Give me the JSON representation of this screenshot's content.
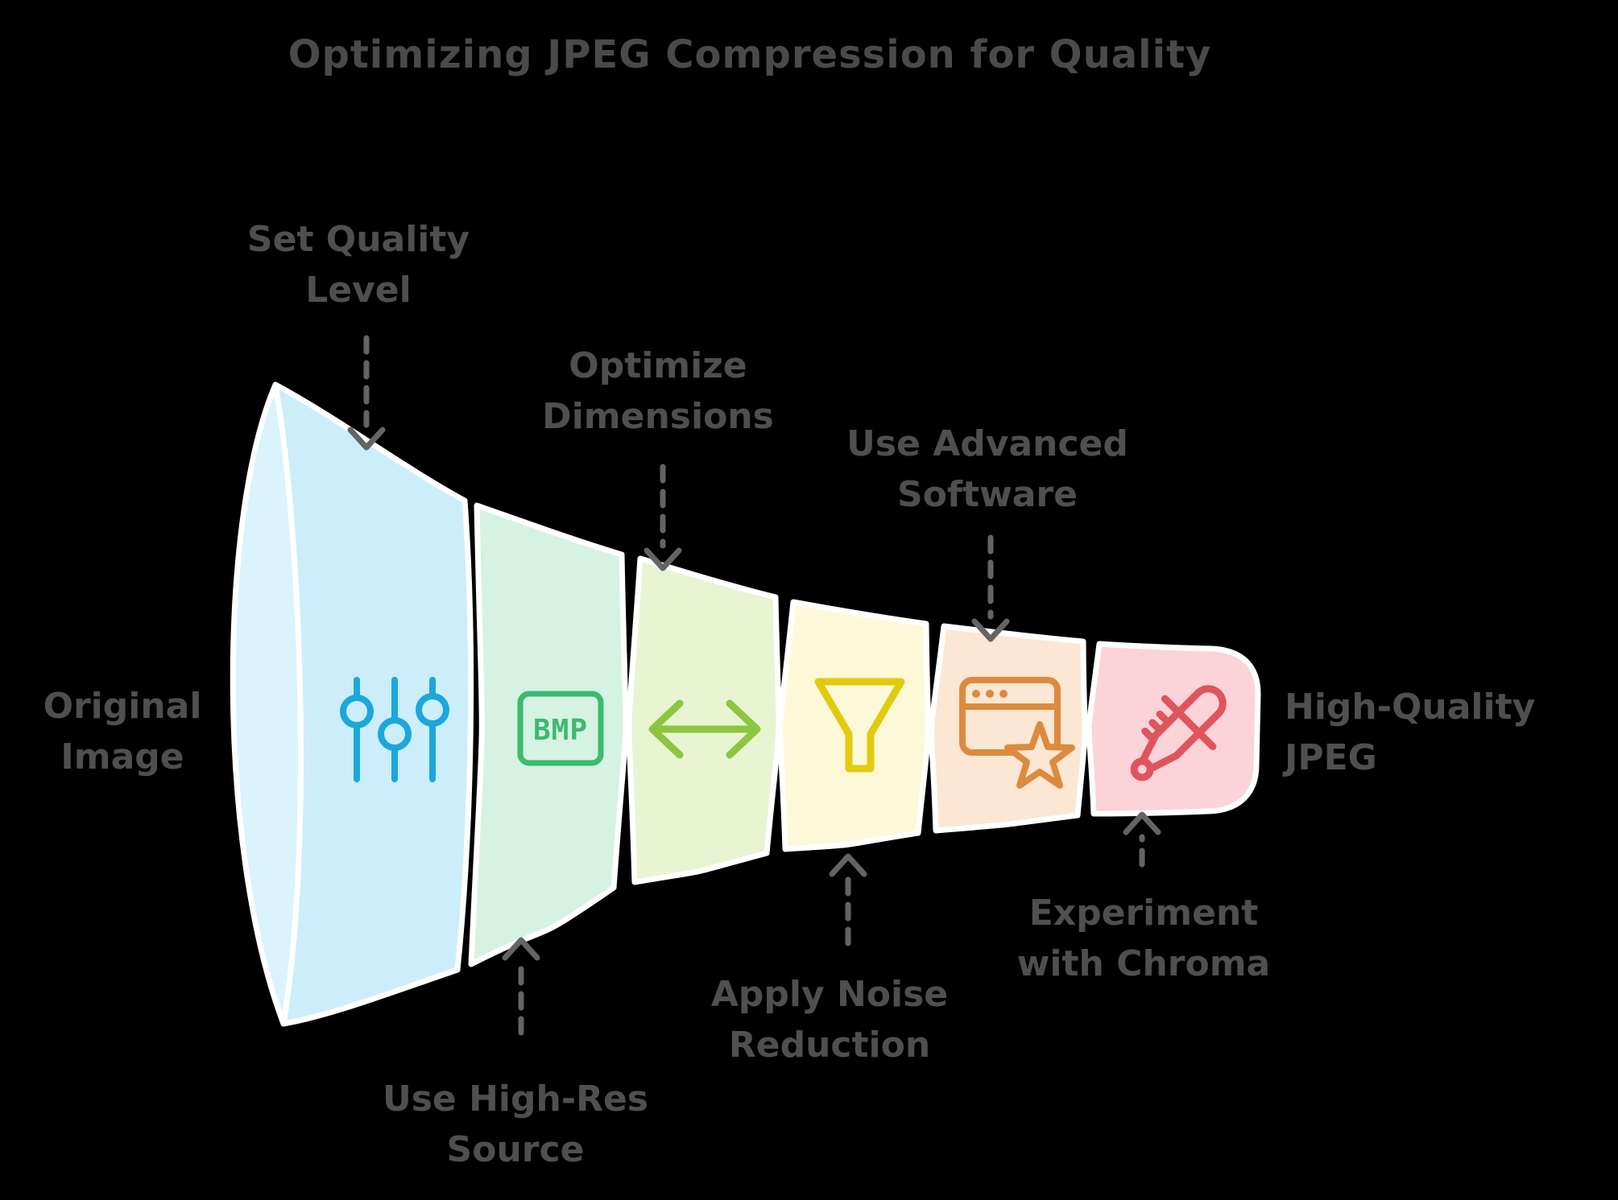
{
  "title": "Optimizing JPEG Compression for Quality",
  "colors": {
    "background": "#000000",
    "title_text": "#4a4a4a",
    "label_text": "#4f4f4f",
    "arrow": "#646464",
    "segment_outline": "#ffffff"
  },
  "icons": {
    "bmp_label": "BMP"
  },
  "chart_data": {
    "type": "funnel",
    "orientation": "horizontal-horn",
    "title": "Optimizing JPEG Compression for Quality",
    "input": {
      "label": "Original Image",
      "lines": [
        "Original",
        "Image"
      ]
    },
    "output": {
      "label": "High-Quality JPEG",
      "lines": [
        "High-Quality",
        "JPEG"
      ]
    },
    "mouth_color": "#daf3fc",
    "stages": [
      {
        "label": "Set Quality Level",
        "lines": [
          "Set Quality",
          "Level"
        ],
        "label_position": "top",
        "icon": "sliders-icon",
        "segment_color": "#cbeefa",
        "icon_color": "#1ba7dc"
      },
      {
        "label": "Use High-Res Source",
        "lines": [
          "Use High-Res",
          "Source"
        ],
        "label_position": "bottom",
        "icon": "bmp-file-icon",
        "segment_color": "#d6f2e2",
        "icon_color": "#3cba6f"
      },
      {
        "label": "Optimize Dimensions",
        "lines": [
          "Optimize",
          "Dimensions"
        ],
        "label_position": "top",
        "icon": "resize-width-icon",
        "segment_color": "#e9f4d3",
        "icon_color": "#8cc63f"
      },
      {
        "label": "Apply Noise Reduction",
        "lines": [
          "Apply Noise",
          "Reduction"
        ],
        "label_position": "bottom",
        "icon": "filter-funnel-icon",
        "segment_color": "#fdf8d8",
        "icon_color": "#e2cb0d"
      },
      {
        "label": "Use Advanced Software",
        "lines": [
          "Use Advanced",
          "Software"
        ],
        "label_position": "top",
        "icon": "app-window-star-icon",
        "segment_color": "#fbe7d3",
        "icon_color": "#dc8a3e"
      },
      {
        "label": "Experiment with Chroma",
        "lines": [
          "Experiment",
          "with Chroma"
        ],
        "label_position": "bottom",
        "icon": "eyedropper-icon",
        "segment_color": "#fbd3d9",
        "icon_color": "#e0545c"
      }
    ]
  }
}
